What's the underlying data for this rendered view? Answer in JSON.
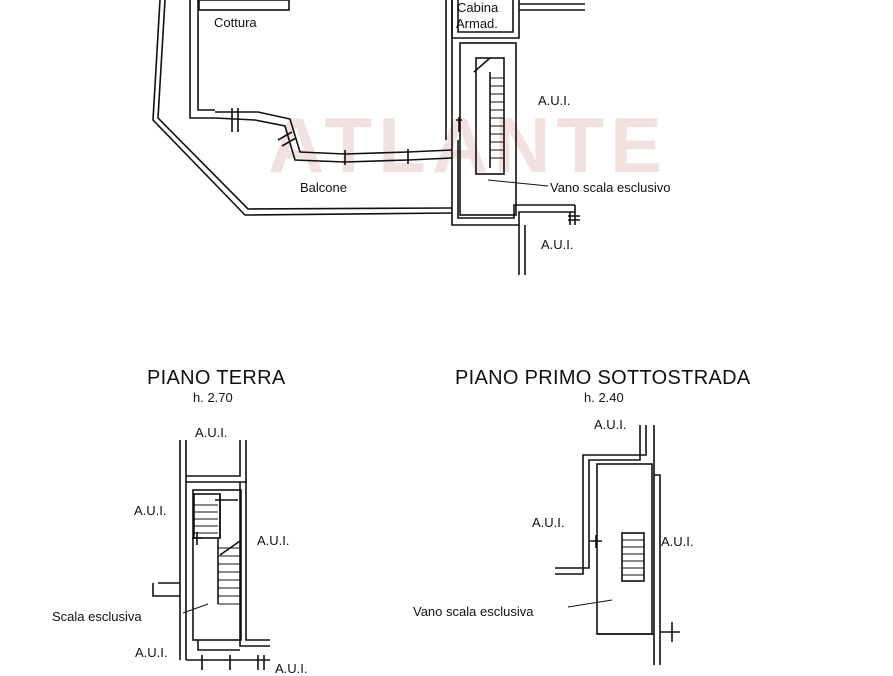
{
  "watermark": "ATLANTE",
  "top_plan": {
    "cottura": "Cottura",
    "cabina_line1": "Cabina",
    "cabina_line2": "Armad.",
    "aui_right_upper": "A.U.I.",
    "balcone": "Balcone",
    "vano_scala": "Vano scala esclusivo",
    "aui_right_lower": "A.U.I."
  },
  "piano_terra": {
    "title": "PIANO TERRA",
    "height": "h. 2.70",
    "aui_top": "A.U.I.",
    "aui_left": "A.U.I.",
    "aui_right": "A.U.I.",
    "scala": "Scala esclusiva",
    "aui_bottom_left": "A.U.I.",
    "aui_bottom_right": "A.U.I."
  },
  "piano_primo_sottostrada": {
    "title": "PIANO PRIMO SOTTOSTRADA",
    "height": "h. 2.40",
    "aui_top": "A.U.I.",
    "aui_left": "A.U.I.",
    "aui_right": "A.U.I.",
    "vano_scala": "Vano scala esclusiva"
  }
}
